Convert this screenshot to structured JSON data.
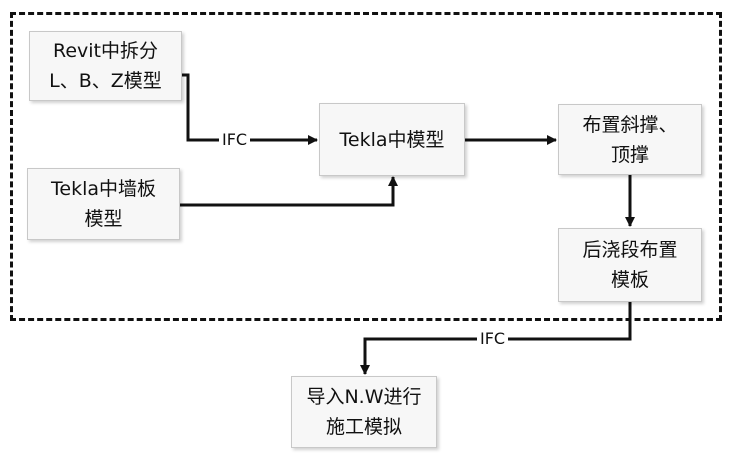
{
  "nodes": {
    "revit": "Revit中拆分\nL、B、Z模型",
    "tekla_wall": "Tekla中墙板\n模型",
    "tekla_model": "Tekla中模型",
    "brace": "布置斜撑、\n顶撑",
    "post_pour": "后浇段布置\n模板",
    "import_nw": "导入N.W进行\n施工模拟"
  },
  "edge_labels": {
    "ifc_top": "IFC",
    "ifc_bottom": "IFC"
  }
}
